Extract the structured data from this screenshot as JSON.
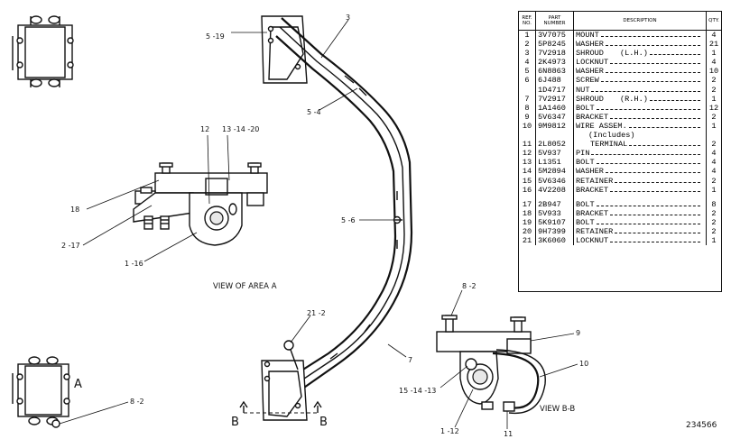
{
  "labels": {
    "l_5_19": "5 -19",
    "l_3": "3",
    "l_5_4": "5 -4",
    "l_12": "12",
    "l_13_14_20": "13 -14 -20",
    "l_18": "18",
    "l_2_17": "2 -17",
    "l_1_16": "1 -16",
    "l_5_6": "5 -6",
    "l_8_2_top": "8 -2",
    "l_9": "9",
    "l_10": "10",
    "l_21_2": "21 -2",
    "l_7": "7",
    "l_15_14_13": "15 -14 -13",
    "l_1_12": "1 -12",
    "l_11": "11",
    "l_8_2_bottom": "8 -2"
  },
  "views": {
    "area_a": "VIEW OF AREA A",
    "b_b": "VIEW B-B",
    "a_marker": "A",
    "b_left": "B",
    "b_right": "B"
  },
  "drawing_number": "234566",
  "parts_list": {
    "headers": {
      "ref": "REF. NO.",
      "part": "PART NUMBER",
      "desc": "DESCRIPTION",
      "qty": "QTY."
    },
    "rows": [
      {
        "ref": "1",
        "part": "3V7075",
        "desc": "MOUNT",
        "qty": "4"
      },
      {
        "ref": "2",
        "part": "5P8245",
        "desc": "WASHER",
        "qty": "21"
      },
      {
        "ref": "3",
        "part": "7V2918",
        "desc": "SHROUD",
        "note": "(L.H.)",
        "qty": "1"
      },
      {
        "ref": "4",
        "part": "2K4973",
        "desc": "LOCKNUT",
        "qty": "4"
      },
      {
        "ref": "5",
        "part": "6N8863",
        "desc": "WASHER",
        "qty": "10"
      },
      {
        "ref": "6",
        "part": "6J488",
        "desc": "SCREW",
        "qty": "2"
      },
      {
        "ref": "",
        "part": "1D4717",
        "desc": "NUT",
        "qty": "2"
      },
      {
        "ref": "7",
        "part": "7V2917",
        "desc": "SHROUD",
        "note": "(R.H.)",
        "qty": "1"
      },
      {
        "ref": "8",
        "part": "1A1460",
        "desc": "BOLT",
        "qty": "12"
      },
      {
        "ref": "9",
        "part": "5V6347",
        "desc": "BRACKET",
        "qty": "2"
      },
      {
        "ref": "10",
        "part": "9M9812",
        "desc": "WIRE ASSEM.",
        "qty": "1"
      },
      {
        "ref": "",
        "part": "",
        "desc": "(Includes)",
        "qty": ""
      },
      {
        "ref": "11",
        "part": "2L8052",
        "desc": "TERMINAL",
        "qty": "2"
      },
      {
        "ref": "12",
        "part": "5V937",
        "desc": "PIN",
        "qty": "4"
      },
      {
        "ref": "13",
        "part": "L1351",
        "desc": "BOLT",
        "qty": "4"
      },
      {
        "ref": "14",
        "part": "5M2894",
        "desc": "WASHER",
        "qty": "4"
      },
      {
        "ref": "15",
        "part": "5V6346",
        "desc": "RETAINER",
        "qty": "2"
      },
      {
        "ref": "16",
        "part": "4V2208",
        "desc": "BRACKET",
        "qty": "1"
      },
      {
        "ref": "",
        "part": "",
        "desc": "",
        "qty": ""
      },
      {
        "ref": "17",
        "part": "2B947",
        "desc": "BOLT",
        "qty": "8"
      },
      {
        "ref": "18",
        "part": "5V933",
        "desc": "BRACKET",
        "qty": "2"
      },
      {
        "ref": "19",
        "part": "5K9107",
        "desc": "BOLT",
        "qty": "2"
      },
      {
        "ref": "20",
        "part": "9H7399",
        "desc": "RETAINER",
        "qty": "2"
      },
      {
        "ref": "21",
        "part": "3K6060",
        "desc": "LOCKNUT",
        "qty": "1"
      }
    ]
  }
}
